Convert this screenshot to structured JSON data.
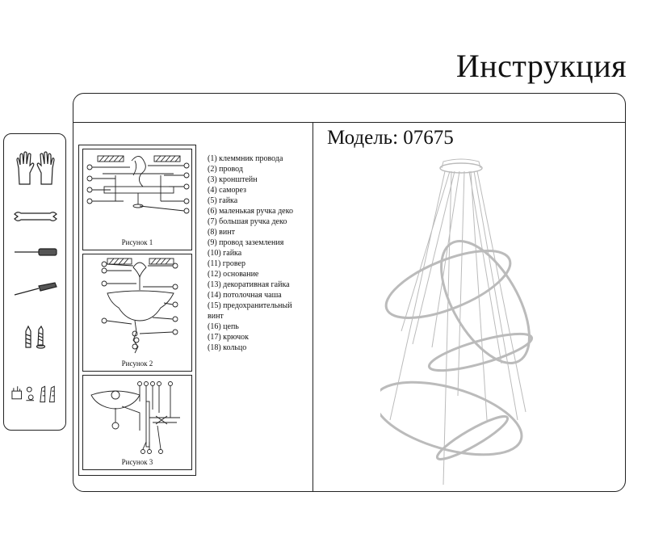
{
  "title": "Инструкция",
  "model": "Модель: 07675",
  "tools": [
    "gloves-icon",
    "wrench-icon",
    "screwdriver-icon",
    "flat-screwdriver-icon",
    "anchors-icon",
    "fasteners-icon"
  ],
  "figures": [
    {
      "caption": "Рисунок 1"
    },
    {
      "caption": "Рисунок 2"
    },
    {
      "caption": "Рисунок 3"
    }
  ],
  "parts": [
    "(1) клеммник провода",
    "(2) провод",
    "(3) кронштейн",
    "(4) саморез",
    "(5) гайка",
    "(6) маленькая ручка деко",
    "(7) большая ручка деко",
    "(8) винт",
    "(9) провод заземления",
    "(10) гайка",
    "(11) гровер",
    "(12) основание",
    "(13) декоративная гайка",
    "(14) потолочная чаша",
    "(15) предохранительный винт",
    "(16) цепь",
    "(17) крючок",
    "(18) кольцо"
  ]
}
